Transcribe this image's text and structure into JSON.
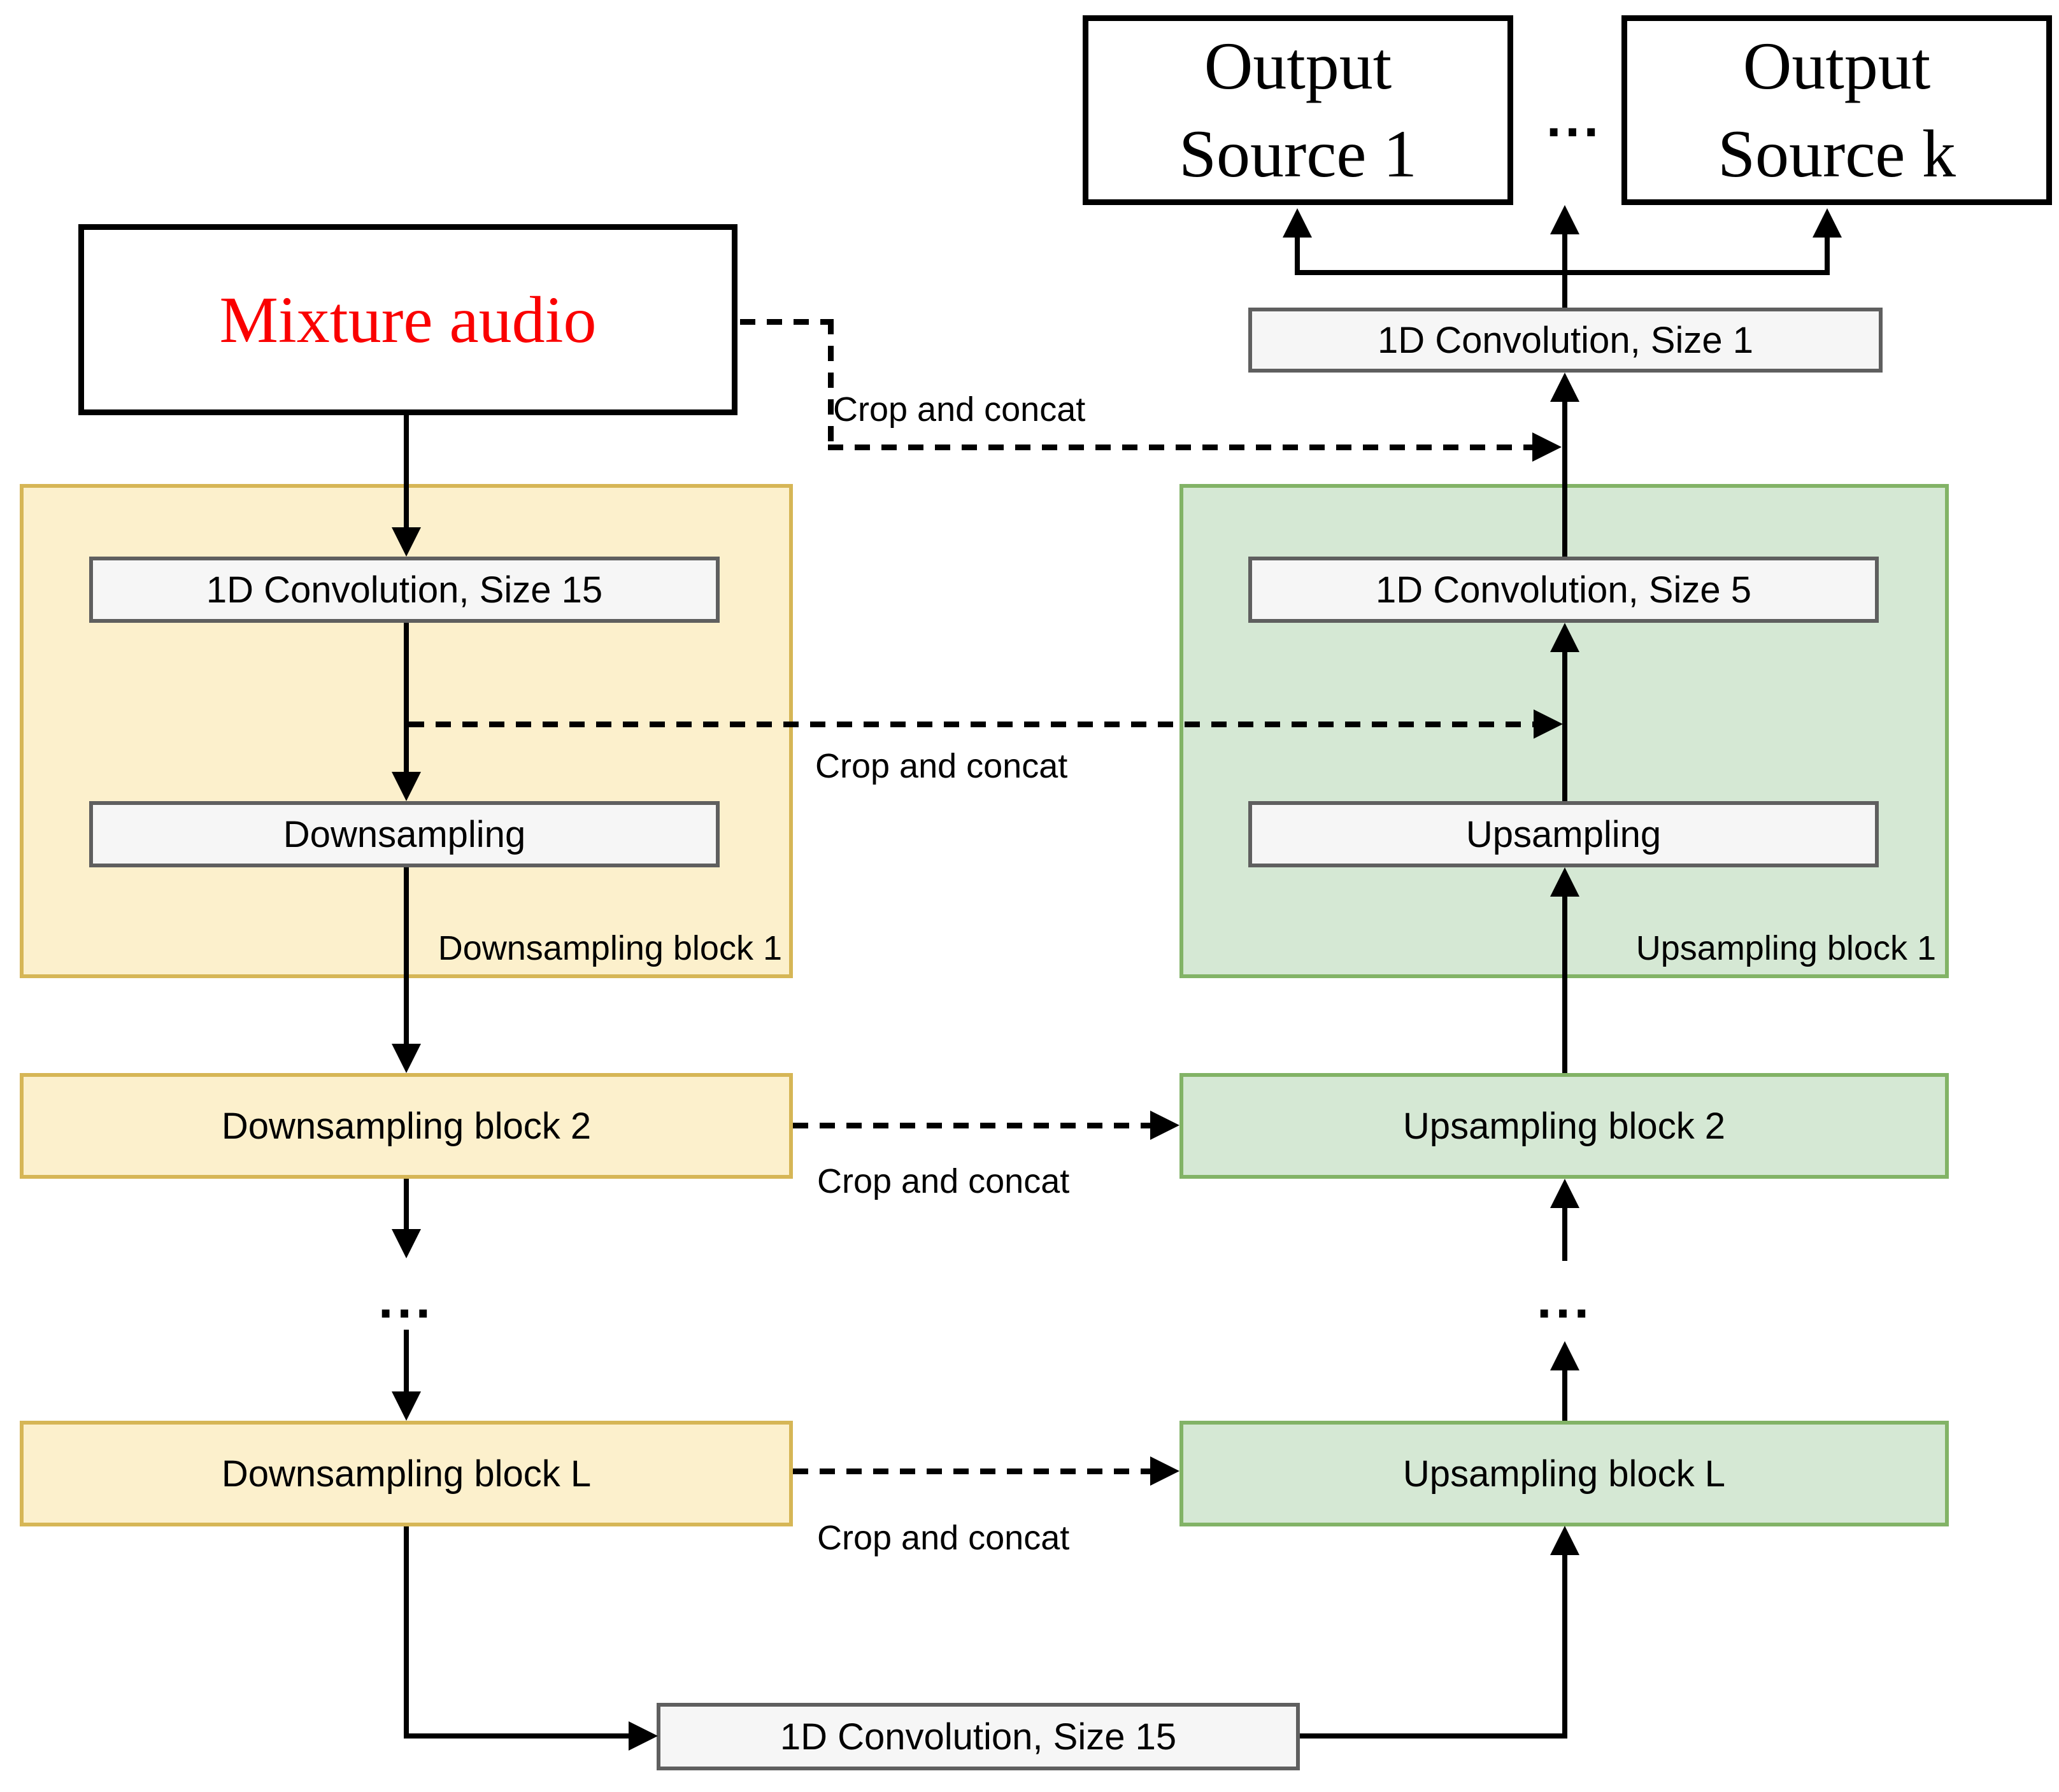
{
  "nodes": {
    "mixture_audio": "Mixture audio",
    "output_source_1_line1": "Output",
    "output_source_1_line2": "Source 1",
    "output_source_k_line1": "Output",
    "output_source_k_line2": "Source k",
    "final_conv": "1D Convolution, Size 1",
    "enc_conv": "1D Convolution, Size 15",
    "enc_downsample": "Downsampling",
    "enc_block1_label": "Downsampling block 1",
    "enc_block2": "Downsampling block 2",
    "enc_blockL": "Downsampling block L",
    "bottleneck_conv": "1D Convolution, Size 15",
    "dec_conv": "1D Convolution, Size 5",
    "dec_upsample": "Upsampling",
    "dec_block1_label": "Upsampling block 1",
    "dec_block2": "Upsampling block 2",
    "dec_blockL": "Upsampling block L"
  },
  "labels": {
    "crop_and_concat_mixture": "Crop and concat",
    "crop_and_concat_block1": "Crop and concat",
    "crop_and_concat_block2": "Crop and concat",
    "crop_and_concat_blockL": "Crop and concat",
    "ellipsis_outputs": "...",
    "ellipsis_encoder": "...",
    "ellipsis_decoder": "..."
  },
  "colors": {
    "encoder_block_fill": "#FCF0CC",
    "encoder_block_border": "#D6B656",
    "decoder_block_fill": "#D5E8D4",
    "decoder_block_border": "#82B366",
    "op_box_fill": "#F6F6F6",
    "op_box_border": "#5F5F5F",
    "mixture_text": "#FA0000",
    "line": "#000000"
  }
}
